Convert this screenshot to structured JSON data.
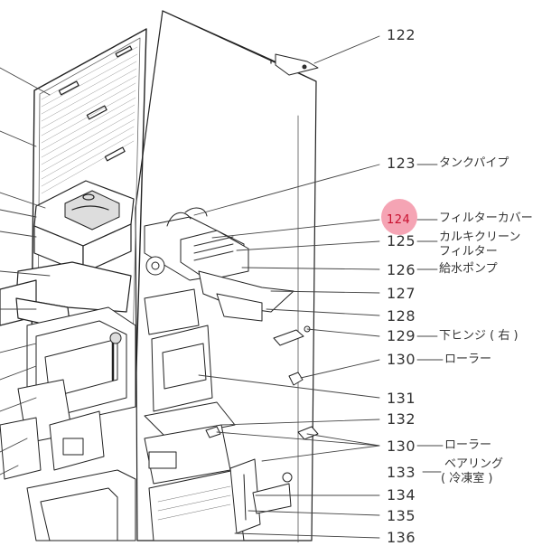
{
  "highlight_color": "#f5a4b4",
  "callouts": [
    {
      "num": "122",
      "label": ""
    },
    {
      "num": "123",
      "label": "タンクパイプ"
    },
    {
      "num": "124",
      "label": "フィルターカバー",
      "highlight": true
    },
    {
      "num": "125",
      "label": "カルキクリーン",
      "label2": "フィルター"
    },
    {
      "num": "126",
      "label": "給水ポンプ"
    },
    {
      "num": "127",
      "label": ""
    },
    {
      "num": "128",
      "label": ""
    },
    {
      "num": "129",
      "label": "下ヒンジ ( 右 )"
    },
    {
      "num": "130",
      "label": "ローラー"
    },
    {
      "num": "131",
      "label": ""
    },
    {
      "num": "132",
      "label": ""
    },
    {
      "num": "130",
      "label": "ローラー"
    },
    {
      "num": "133",
      "label": "ベアリング",
      "label2": "( 冷凍室 )"
    },
    {
      "num": "134",
      "label": ""
    },
    {
      "num": "135",
      "label": ""
    },
    {
      "num": "136",
      "label": ""
    }
  ]
}
